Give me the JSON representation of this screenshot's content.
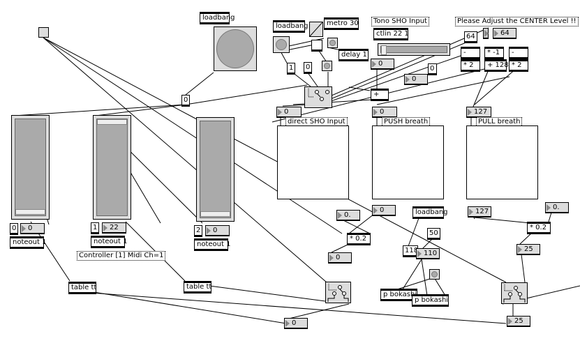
{
  "patcher": {
    "loadbang_1": "loadbang",
    "loadbang_2": "loadbang",
    "loadbang_3": "loadbang",
    "metro": "metro 30",
    "delay": "delay 1",
    "ctlin": "ctlin 22 1",
    "tono_comment": "Tono SHO Input",
    "center_comment": "Please Adjust the CENTER Level !!",
    "msg_64": "64",
    "num_center": "64",
    "minus_a": "-",
    "mul_neg1": "* -1",
    "minus_b": "-",
    "mul2_a": "* 2",
    "plus128": "+ 128",
    "mul2_b": "* 2",
    "msg_1": "1",
    "msg_0_a": "0",
    "msg_0_b": "0",
    "msg_0_c": "0",
    "num_ctl": "0",
    "num_mid": "0",
    "plus": "+",
    "num_direct": "0",
    "num_push": "0",
    "num_pull": "127",
    "direct_comment": "direct SHO Input",
    "push_comment": "PUSH breath",
    "pull_comment": "PULL breath",
    "num_push_out": "0",
    "num_pull_out": "127",
    "num_float_a": "0.",
    "num_float_b": "0.",
    "mul02_a": "* 0.2",
    "mul02_b": "* 0.2",
    "num_after_mul_a": "0",
    "num_after_mul_b": "25",
    "msg_50": "50",
    "msg_118": "118",
    "num_110": "110",
    "bokashi_1": "p bokashi",
    "bokashi_2": "p bokashi",
    "num_out_a": "0",
    "num_out_b": "25",
    "table_1": "table tt",
    "table_2": "table tt",
    "msg_0_top": "0",
    "ch": [
      {
        "msg": "0",
        "num": "0",
        "noteout": "noteout 1"
      },
      {
        "msg": "1",
        "num": "22",
        "noteout": "noteout 1"
      },
      {
        "msg": "2",
        "num": "0",
        "noteout": "noteout 1"
      }
    ],
    "controller_comment": "Controller [1] Midi Ch=1",
    "slider_values": [
      0,
      127,
      0
    ],
    "hslider_value": 0
  }
}
